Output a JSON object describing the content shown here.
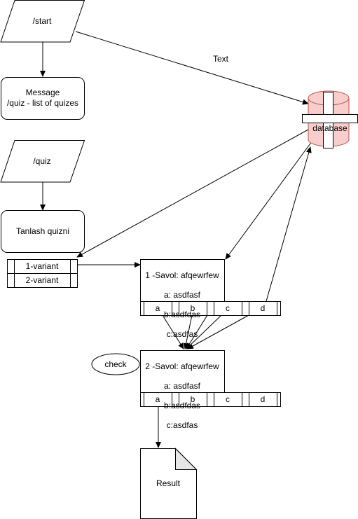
{
  "nodes": {
    "start": "/start",
    "message": "Message\n/quiz - list of quizes",
    "quiz": "/quiz",
    "choose_quiz": "Tanlash quizni",
    "database": "database",
    "check": "check",
    "result": "Result"
  },
  "edge_labels": {
    "start_to_database": "Text"
  },
  "variants": [
    "1-variant",
    "2-variant"
  ],
  "question1": {
    "title": "1 -Savol: afqewrfew",
    "options": [
      "a: asdfasf",
      "b:asdfdas",
      "c:asdfas"
    ],
    "buttons": [
      "a",
      "b",
      "c",
      "d"
    ]
  },
  "question2": {
    "title": "2 -Savol: afqewrfew",
    "options": [
      "a: asdfasf",
      "b:asdfdas",
      "c:asdfas"
    ],
    "buttons": [
      "a",
      "b",
      "c",
      "d"
    ]
  }
}
